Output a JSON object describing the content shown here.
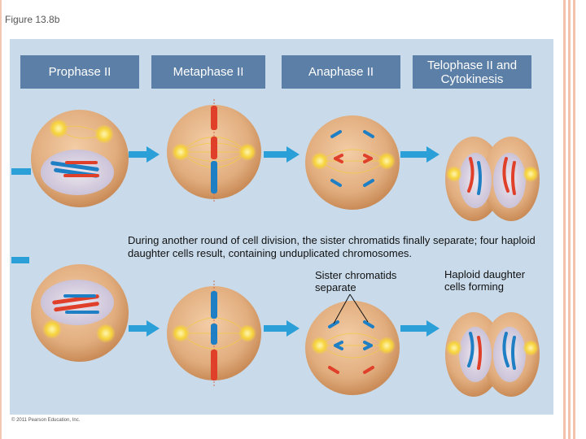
{
  "figure_label": "Figure 13.8b",
  "stages": [
    {
      "label": "Prophase II"
    },
    {
      "label": "Metaphase II"
    },
    {
      "label": "Anaphase II"
    },
    {
      "label": "Telophase II and Cytokinesis"
    }
  ],
  "caption": "During another round of cell division, the sister chromatids finally separate; four haploid daughter cells result, containing unduplicated chromosomes.",
  "callouts": {
    "sister_chromatids": "Sister chromatids separate",
    "haploid_daughter": "Haploid daughter cells forming"
  },
  "copyright": "© 2011 Pearson Education, Inc.",
  "colors": {
    "panel": "#c9dbea",
    "tab": "#5b7fa6",
    "arrow": "#2a9fd8",
    "cell": "#e1ad7e",
    "chromosome_red": "#e0402a",
    "chromosome_blue": "#1f7fc4",
    "centrosome": "#f6d33a"
  }
}
